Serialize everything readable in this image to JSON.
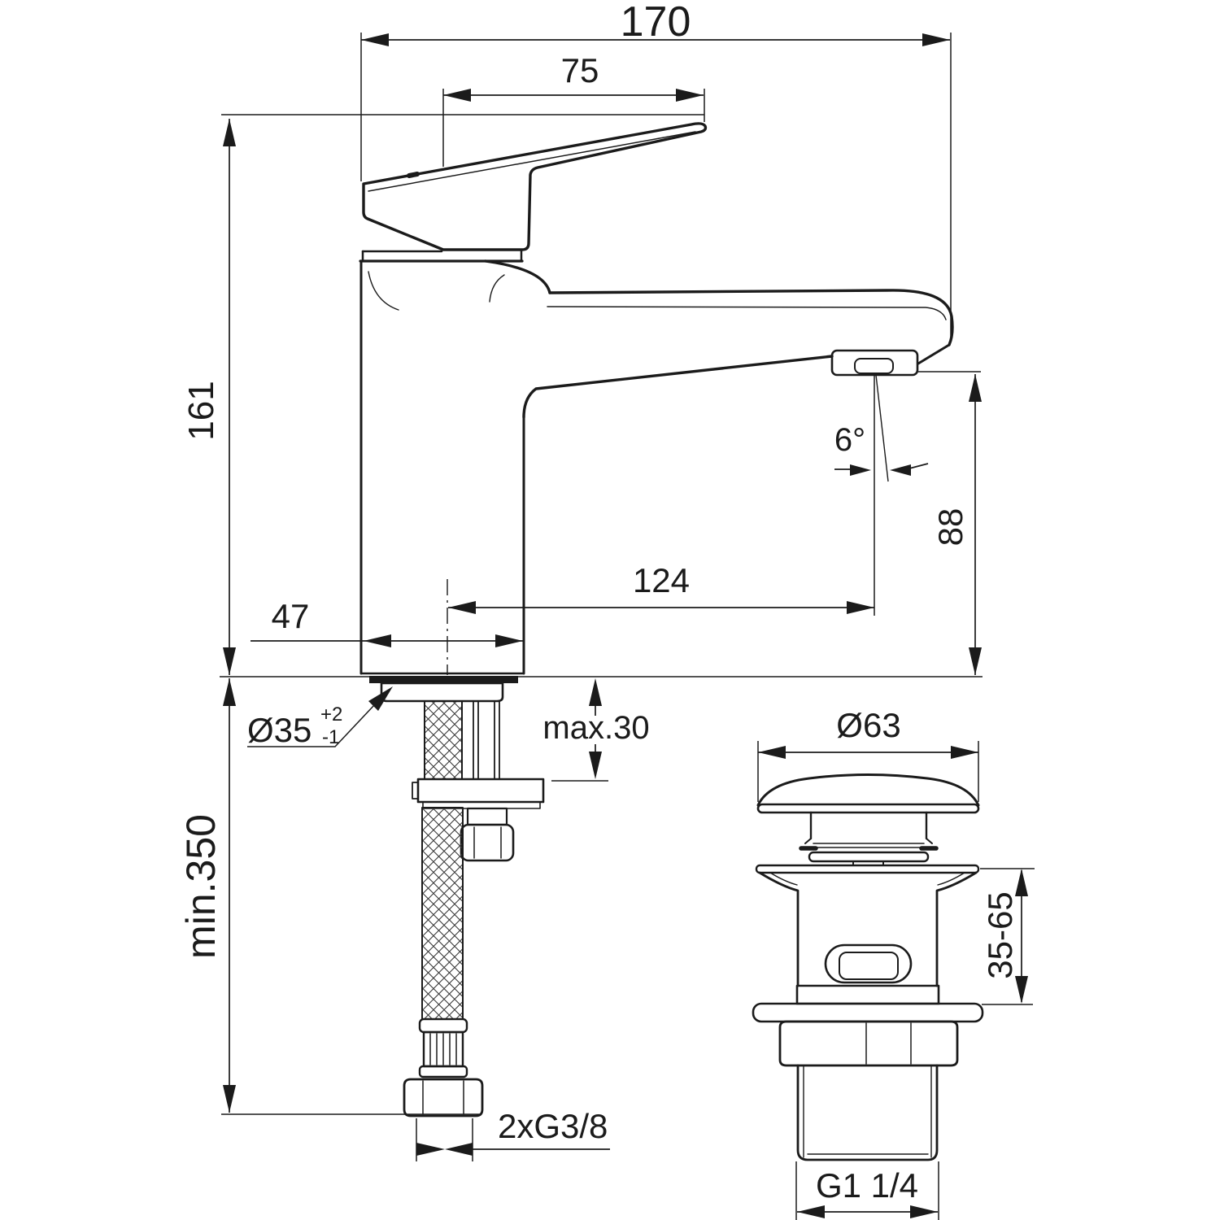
{
  "drawing": {
    "title": "single-lever basin mixer with pop-up waste - dimension drawing",
    "colors": {
      "line": "#1b1b1b",
      "background": "#ffffff"
    },
    "views": {
      "left": "faucet side view with supply hose and fixing stud",
      "right": "pop-up waste detail view"
    },
    "dimensions": {
      "overall_depth": "170",
      "handle_projection": "75",
      "total_height": "161",
      "base_width": "47",
      "spout_reach": "124",
      "spout_outlet_height": "88",
      "spout_angle": "6°",
      "tap_hole_diameter": "Ø35",
      "tap_hole_tolerance_plus": "+2",
      "tap_hole_tolerance_minus": "-1",
      "max_deck_thickness": "max.30",
      "min_clearance_below": "min.350",
      "supply_connection": "2xG3/8",
      "waste_cap_diameter": "Ø63",
      "waste_deck_range": "35-65",
      "waste_thread": "G1 1/4"
    }
  }
}
